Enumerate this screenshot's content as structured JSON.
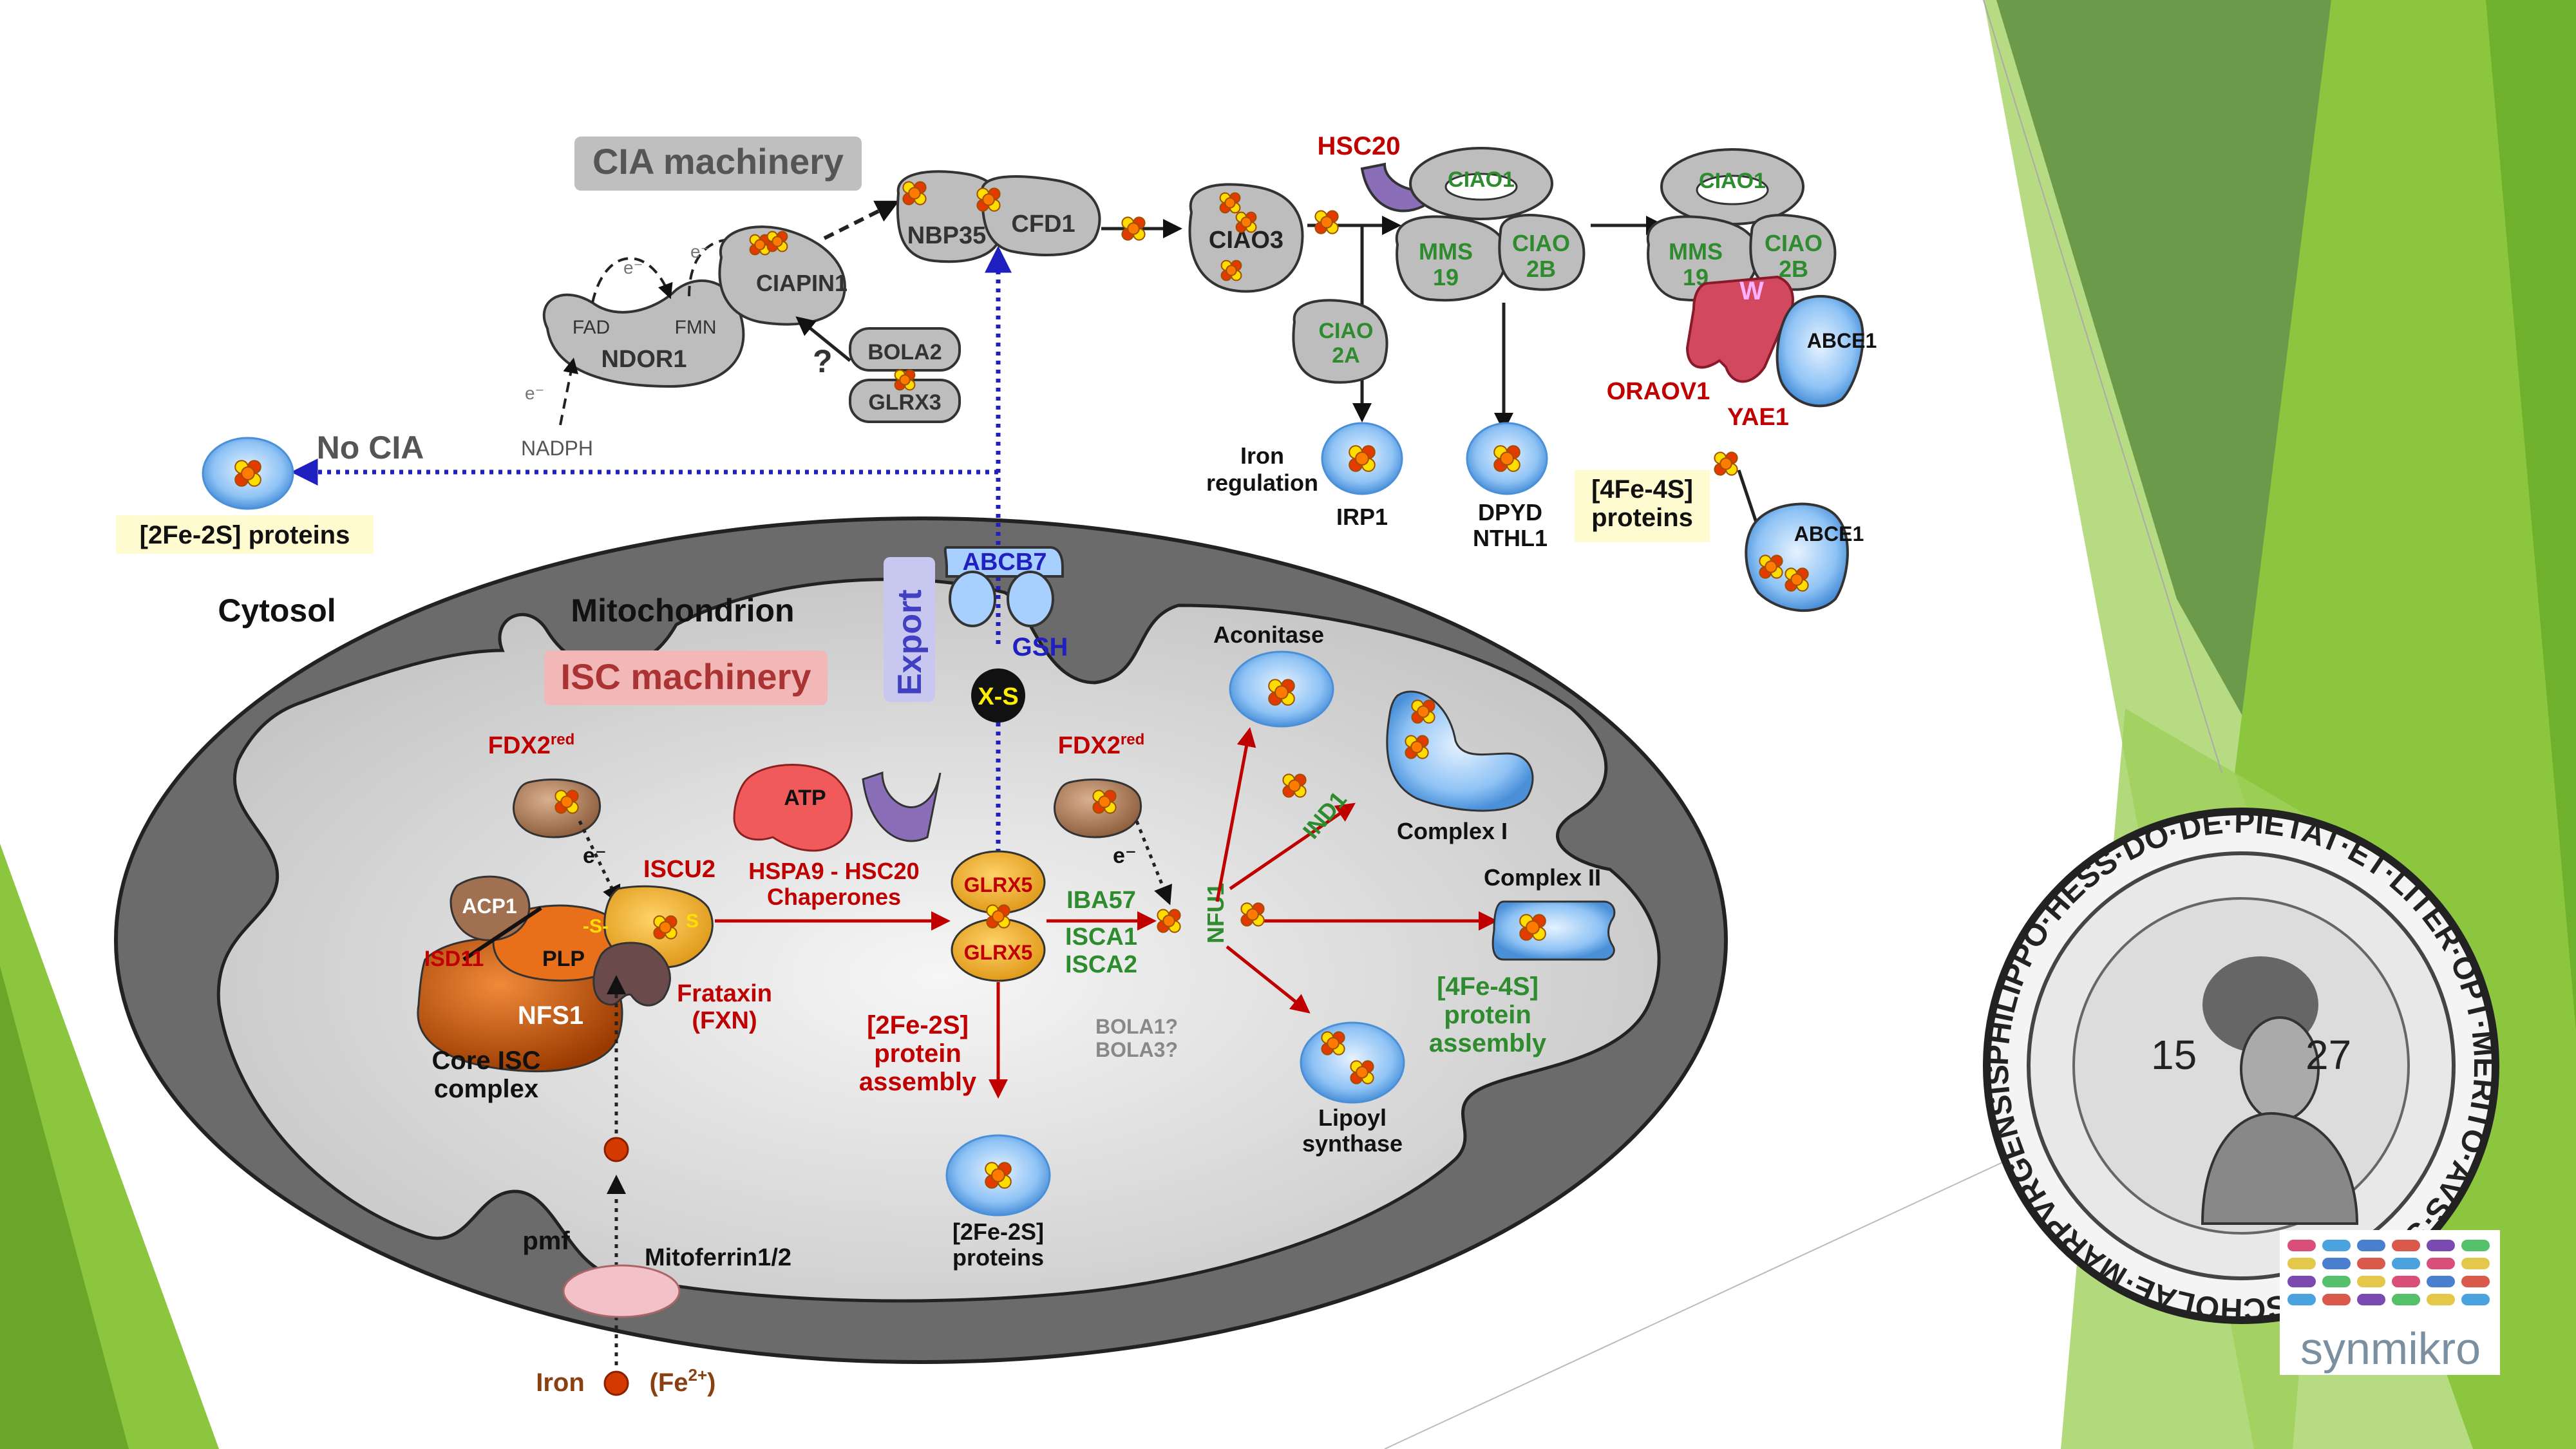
{
  "colors": {
    "green_light": "#8cc63f",
    "green_dark": "#4d8c1f",
    "label_red": "#c00000",
    "label_green": "#2e8b2e",
    "protein_gray": "#bdbdbd",
    "export_blue": "#2020c0",
    "membrane_gray": "#666666",
    "matrix_gray": "#d8d8d8"
  },
  "labels": {
    "cia_machinery": "CIA machinery",
    "isc_machinery": "ISC machinery",
    "export": "Export",
    "no_cia": "No CIA",
    "cytosol": "Cytosol",
    "mitochondrion": "Mitochondrion",
    "ndor1": "NDOR1",
    "fad": "FAD",
    "fmn": "FMN",
    "ciapin1": "CIAPIN1",
    "nadph": "NADPH",
    "electron": "e⁻",
    "question": "?",
    "bola2": "BOLA2",
    "glrx3": "GLRX3",
    "nbp35": "NBP35",
    "cfd1": "CFD1",
    "ciao3": "CIAO3",
    "hsc20_top": "HSC20",
    "ciao1": "CIAO1",
    "mms19": "MMS\n19",
    "ciao2b": "CIAO\n2B",
    "ciao2a": "CIAO\n2A",
    "w": "W",
    "abce1": "ABCE1",
    "orf_orav": "ORAOV1",
    "yae1": "YAE1",
    "iron_regulation": "Iron\nregulation",
    "irp1": "IRP1",
    "dpyd": "DPYD\nNTHL1",
    "fe4s_proteins": "[4Fe-4S]\nproteins",
    "fe2s_proteins_top": "[2Fe-2S] proteins",
    "abcb7": "ABCB7",
    "gsh": "GSH",
    "xs": "X-S",
    "fdx2": "FDX2",
    "red": "red",
    "acp1": "ACP1",
    "isd11": "ISD11",
    "plp": "PLP",
    "nfs1": "NFS1",
    "iscu2": "ISCU2",
    "s_dash": "-S-",
    "s": "S",
    "frataxin": "Frataxin\n(FXN)",
    "core_isc": "Core ISC\ncomplex",
    "atp": "ATP",
    "hspa9": "HSPA9  - HSC20\nChaperones",
    "glrx5": "GLRX5",
    "fe2s_assembly": "[2Fe-2S]\nprotein\nassembly",
    "fe2s_proteins_bottom": "[2Fe-2S]\nproteins",
    "iba57": "IBA57",
    "isca1": "ISCA1",
    "isca2": "ISCA2",
    "nfu1": "NFU1",
    "bola13": "BOLA1?\nBOLA3?",
    "aconitase": "Aconitase",
    "ind1": "IND1",
    "complex1": "Complex  I",
    "complex2": "Complex  II",
    "fe4s_assembly": "[4Fe-4S]\nprotein\nassembly",
    "lipoyl": "Lipoyl\nsynthase",
    "pmf": "pmf",
    "mitoferrin": "Mitoferrin1/2",
    "iron": "Iron",
    "fe2": "(Fe",
    "fe2_sup": "2+",
    "fe2_close": ")",
    "seal_text": "PHILIPPO·HESS·DO·DE·PIETAT·ET·LITER·OPT·MERITO·AVS·SIGILLVM·SCHOLAE·MARPVRGENSIS",
    "seal_year_left": "15",
    "seal_year_right": "27",
    "synmikro": "synmikro"
  }
}
